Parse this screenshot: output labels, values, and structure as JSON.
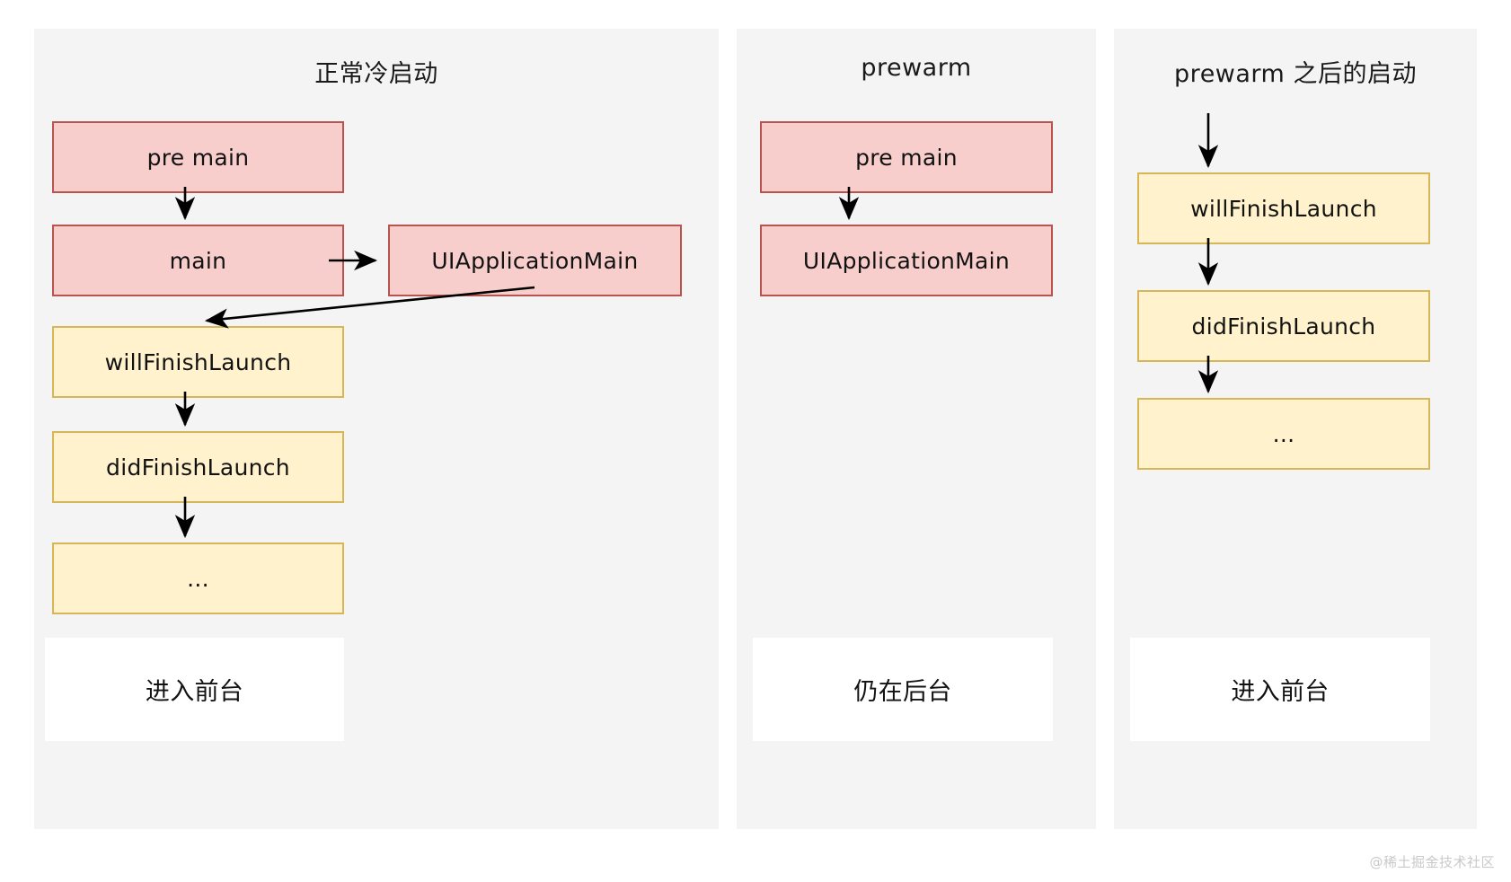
{
  "page": {
    "background": "#ffffff",
    "watermark": "@稀土掘金技术社区"
  },
  "palette": {
    "panel_bg": "#f4f4f4",
    "pink_fill": "#f8cecc",
    "pink_border": "#b85450",
    "yellow_fill": "#fff2cc",
    "yellow_border": "#d6b656",
    "white_fill": "#ffffff",
    "arrow": "#000000",
    "text": "#121212",
    "watermark_color": "#c9c9c9"
  },
  "panels": [
    {
      "id": "cold-start",
      "title": "正常冷启动",
      "nodes": [
        {
          "id": "pre-main",
          "label": "pre main",
          "style": "pink"
        },
        {
          "id": "main",
          "label": "main",
          "style": "pink"
        },
        {
          "id": "uiapplicationmain",
          "label": "UIApplicationMain",
          "style": "pink"
        },
        {
          "id": "willfinishlaunch",
          "label": "willFinishLaunch",
          "style": "yellow"
        },
        {
          "id": "didfinishlaunch",
          "label": "didFinishLaunch",
          "style": "yellow"
        },
        {
          "id": "ellipsis",
          "label": "...",
          "style": "yellow"
        },
        {
          "id": "state",
          "label": "进入前台",
          "style": "white"
        }
      ]
    },
    {
      "id": "prewarm",
      "title": "prewarm",
      "nodes": [
        {
          "id": "pre-main",
          "label": "pre main",
          "style": "pink"
        },
        {
          "id": "uiapplicationmain",
          "label": "UIApplicationMain",
          "style": "pink"
        },
        {
          "id": "state",
          "label": "仍在后台",
          "style": "white"
        }
      ]
    },
    {
      "id": "after-prewarm",
      "title": "prewarm 之后的启动",
      "nodes": [
        {
          "id": "willfinishlaunch",
          "label": "willFinishLaunch",
          "style": "yellow"
        },
        {
          "id": "didfinishlaunch",
          "label": "didFinishLaunch",
          "style": "yellow"
        },
        {
          "id": "ellipsis",
          "label": "...",
          "style": "yellow"
        },
        {
          "id": "state",
          "label": "进入前台",
          "style": "white"
        }
      ]
    }
  ],
  "edges": [
    {
      "id": "c1-premain-to-main",
      "from": "pre main",
      "to": "main",
      "shape": "vertical"
    },
    {
      "id": "c1-main-to-uiappmain",
      "from": "main",
      "to": "UIApplicationMain",
      "shape": "horizontal"
    },
    {
      "id": "c1-uiappmain-to-will",
      "from": "UIApplicationMain",
      "to": "willFinishLaunch",
      "shape": "diagonal"
    },
    {
      "id": "c1-will-to-did",
      "from": "willFinishLaunch",
      "to": "didFinishLaunch",
      "shape": "vertical"
    },
    {
      "id": "c1-did-to-ellipsis",
      "from": "didFinishLaunch",
      "to": "...",
      "shape": "vertical"
    },
    {
      "id": "c2-premain-to-uiappmain",
      "from": "pre main",
      "to": "UIApplicationMain",
      "shape": "vertical"
    },
    {
      "id": "c3-entry-to-will",
      "from": "",
      "to": "willFinishLaunch",
      "shape": "vertical"
    },
    {
      "id": "c3-will-to-did",
      "from": "willFinishLaunch",
      "to": "didFinishLaunch",
      "shape": "vertical"
    },
    {
      "id": "c3-did-to-ellipsis",
      "from": "didFinishLaunch",
      "to": "...",
      "shape": "vertical"
    }
  ]
}
